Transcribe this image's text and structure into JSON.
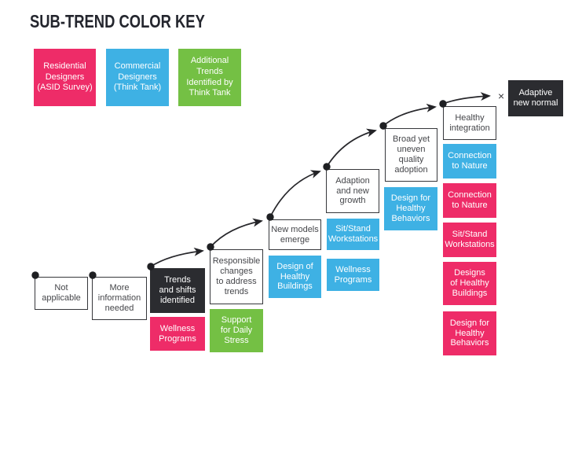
{
  "title": "SUB-TREND COLOR KEY",
  "palette": {
    "residential_pink": "#ee2c68",
    "commercial_blue": "#3eb1e4",
    "additional_green": "#74c044",
    "stage_dark": "#2b2c30"
  },
  "legend": {
    "items": [
      {
        "label": "Residential\nDesigners\n(ASID Survey)",
        "color": "#ee2c68"
      },
      {
        "label": "Commercial\nDesigners\n(Think Tank)",
        "color": "#3eb1e4"
      },
      {
        "label": "Additional\nTrends\nIdentified by\nThink Tank",
        "color": "#74c044"
      }
    ]
  },
  "curve": {
    "end_marker": "×"
  },
  "stages": [
    {
      "label": "Not\napplicable",
      "subs": []
    },
    {
      "label": "More\ninformation\nneeded",
      "subs": []
    },
    {
      "label": "Trends\nand shifts\nidentified",
      "subs": [
        {
          "label": "Wellness\nPrograms",
          "color": "#ee2c68"
        }
      ]
    },
    {
      "label": "Responsible\nchanges\nto address\ntrends",
      "subs": [
        {
          "label": "Support\nfor Daily\nStress",
          "color": "#74c044"
        }
      ]
    },
    {
      "label": "New models\nemerge",
      "subs": [
        {
          "label": "Design of\nHealthy\nBuildings",
          "color": "#3eb1e4"
        }
      ]
    },
    {
      "label": "Adaption\nand new\ngrowth",
      "subs": [
        {
          "label": "Sit/Stand\nWorkstations",
          "color": "#3eb1e4"
        },
        {
          "label": "Wellness\nPrograms",
          "color": "#3eb1e4"
        }
      ]
    },
    {
      "label": "Broad yet\nuneven\nquality\nadoption",
      "subs": [
        {
          "label": "Design for\nHealthy\nBehaviors",
          "color": "#3eb1e4"
        }
      ]
    },
    {
      "label": "Healthy\nintegration",
      "subs": [
        {
          "label": "Connection\nto Nature",
          "color": "#3eb1e4"
        },
        {
          "label": "Connection\nto Nature",
          "color": "#ee2c68"
        },
        {
          "label": "Sit/Stand\nWorkstations",
          "color": "#ee2c68"
        },
        {
          "label": "Designs\nof Healthy\nBuildings",
          "color": "#ee2c68"
        },
        {
          "label": "Design for\nHealthy\nBehaviors",
          "color": "#ee2c68"
        }
      ]
    },
    {
      "label": "Adaptive\nnew normal",
      "subs": []
    }
  ]
}
